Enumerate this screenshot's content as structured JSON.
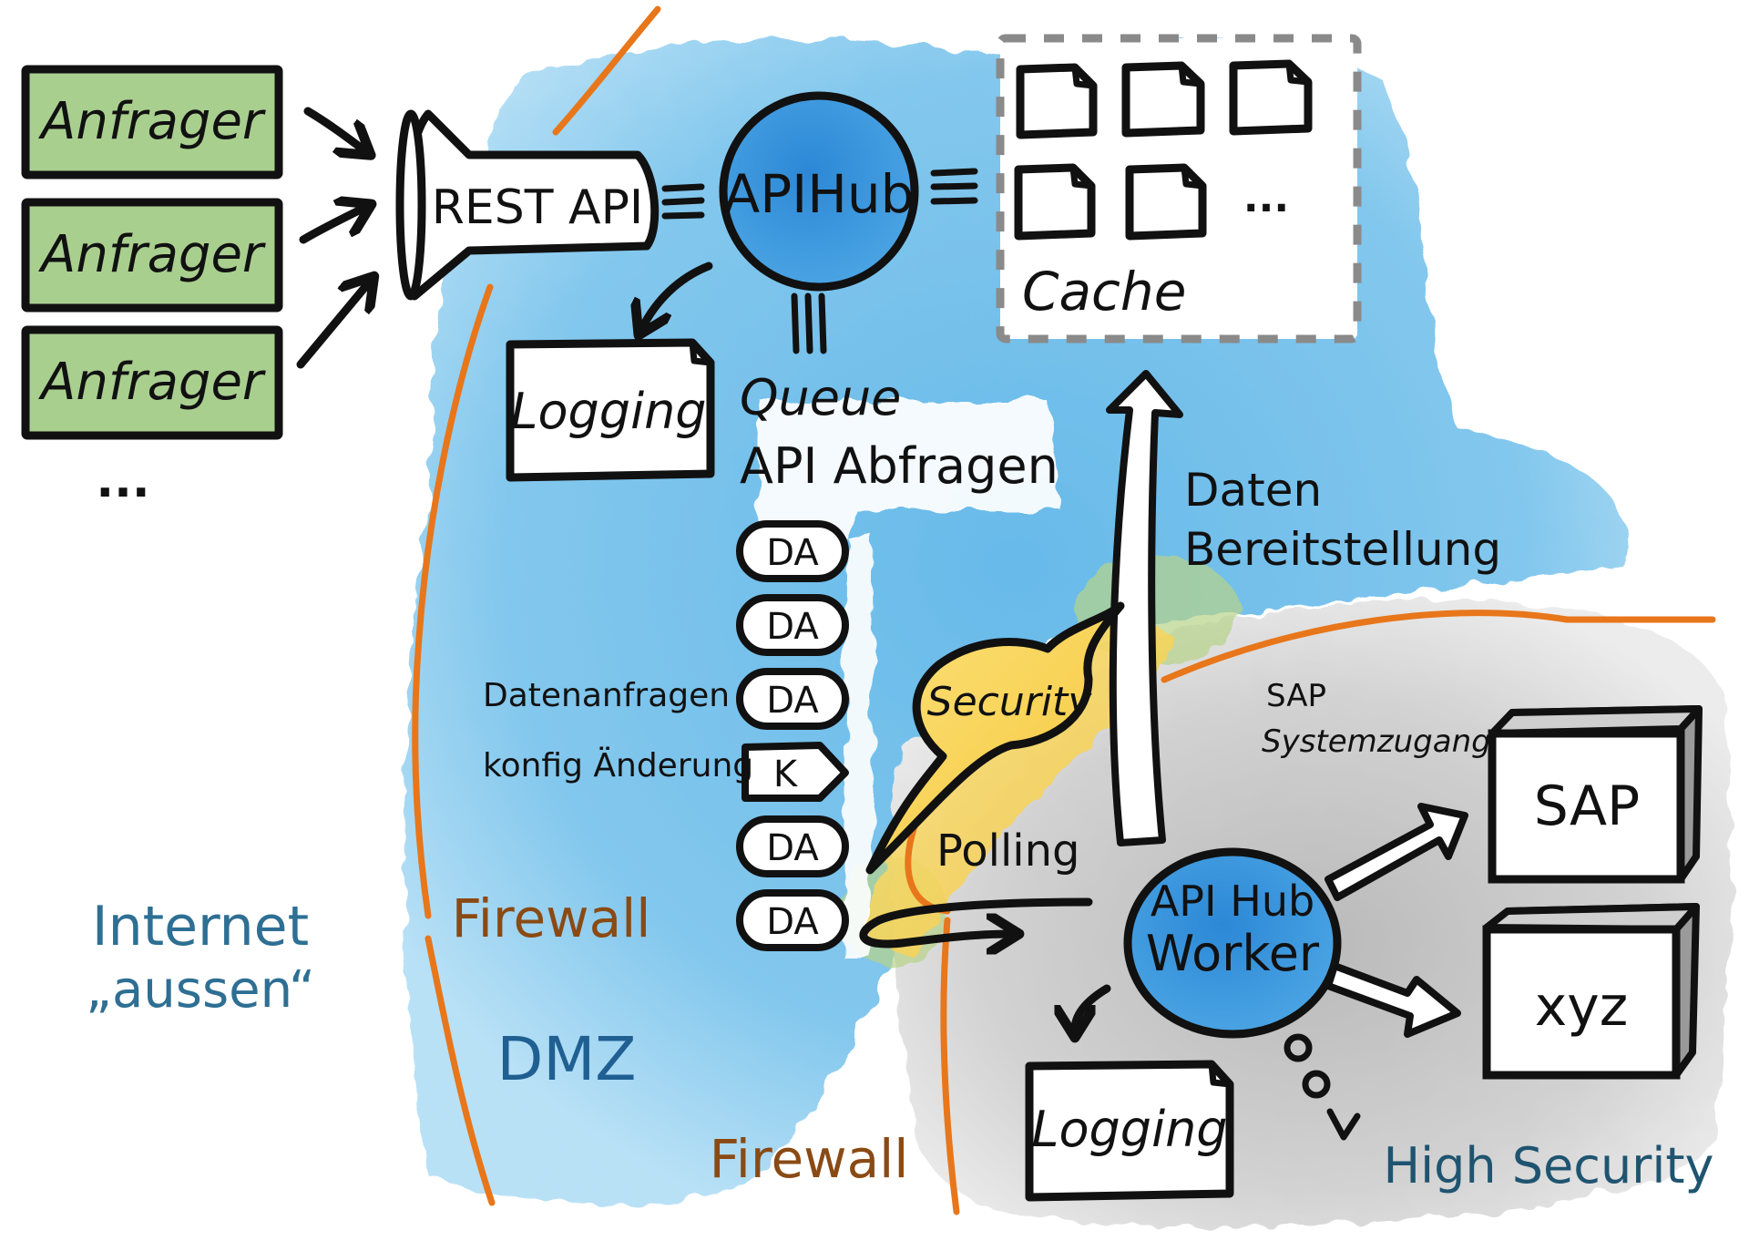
{
  "colors": {
    "dmz_blue": "#7cc4ec",
    "hub_blue": "#3b95dc",
    "requester_green": "#a9cf8f",
    "security_yellow": "#f8d458",
    "high_security_gray": "#cfcfcf",
    "firewall_orange": "#e8761a",
    "firewall_text": "#8a4a14",
    "zone_label_blue": "#2e6f93"
  },
  "requesters": {
    "items": [
      {
        "label": "Anfrager"
      },
      {
        "label": "Anfrager"
      },
      {
        "label": "Anfrager"
      }
    ],
    "more": "..."
  },
  "rest_api": {
    "label": "REST API",
    "icon": "megaphone-icon"
  },
  "api_hub": {
    "label": "APIHub"
  },
  "cache": {
    "label": "Cache",
    "more": "...",
    "file_count": 5,
    "icon": "document-icon"
  },
  "logging_top": {
    "label": "Logging"
  },
  "queue": {
    "title_line1": "Queue",
    "title_line2": "API Abfragen",
    "items": [
      {
        "label": "DA",
        "type": "request"
      },
      {
        "label": "DA",
        "type": "request"
      },
      {
        "label": "DA",
        "type": "request"
      },
      {
        "label": "K",
        "type": "config"
      },
      {
        "label": "DA",
        "type": "request"
      },
      {
        "label": "DA",
        "type": "request"
      }
    ],
    "legend_requests": "Datenanfragen",
    "legend_config": "konfig Änderung"
  },
  "data_provision": {
    "line1": "Daten",
    "line2": "Bereitstellung"
  },
  "security_bubble": {
    "label": "Security"
  },
  "polling": {
    "label": "Polling"
  },
  "worker": {
    "line1": "API Hub",
    "line2": "Worker"
  },
  "logging_bottom": {
    "label": "Logging"
  },
  "sap_access": {
    "line1": "SAP",
    "line2": "Systemzugang"
  },
  "systems": [
    {
      "label": "SAP"
    },
    {
      "label": "xyz"
    }
  ],
  "zones": {
    "internet_line1": "Internet",
    "internet_line2": "„aussen“",
    "dmz": "DMZ",
    "high_security": "High Security",
    "firewall_1": "Firewall",
    "firewall_2": "Firewall"
  }
}
